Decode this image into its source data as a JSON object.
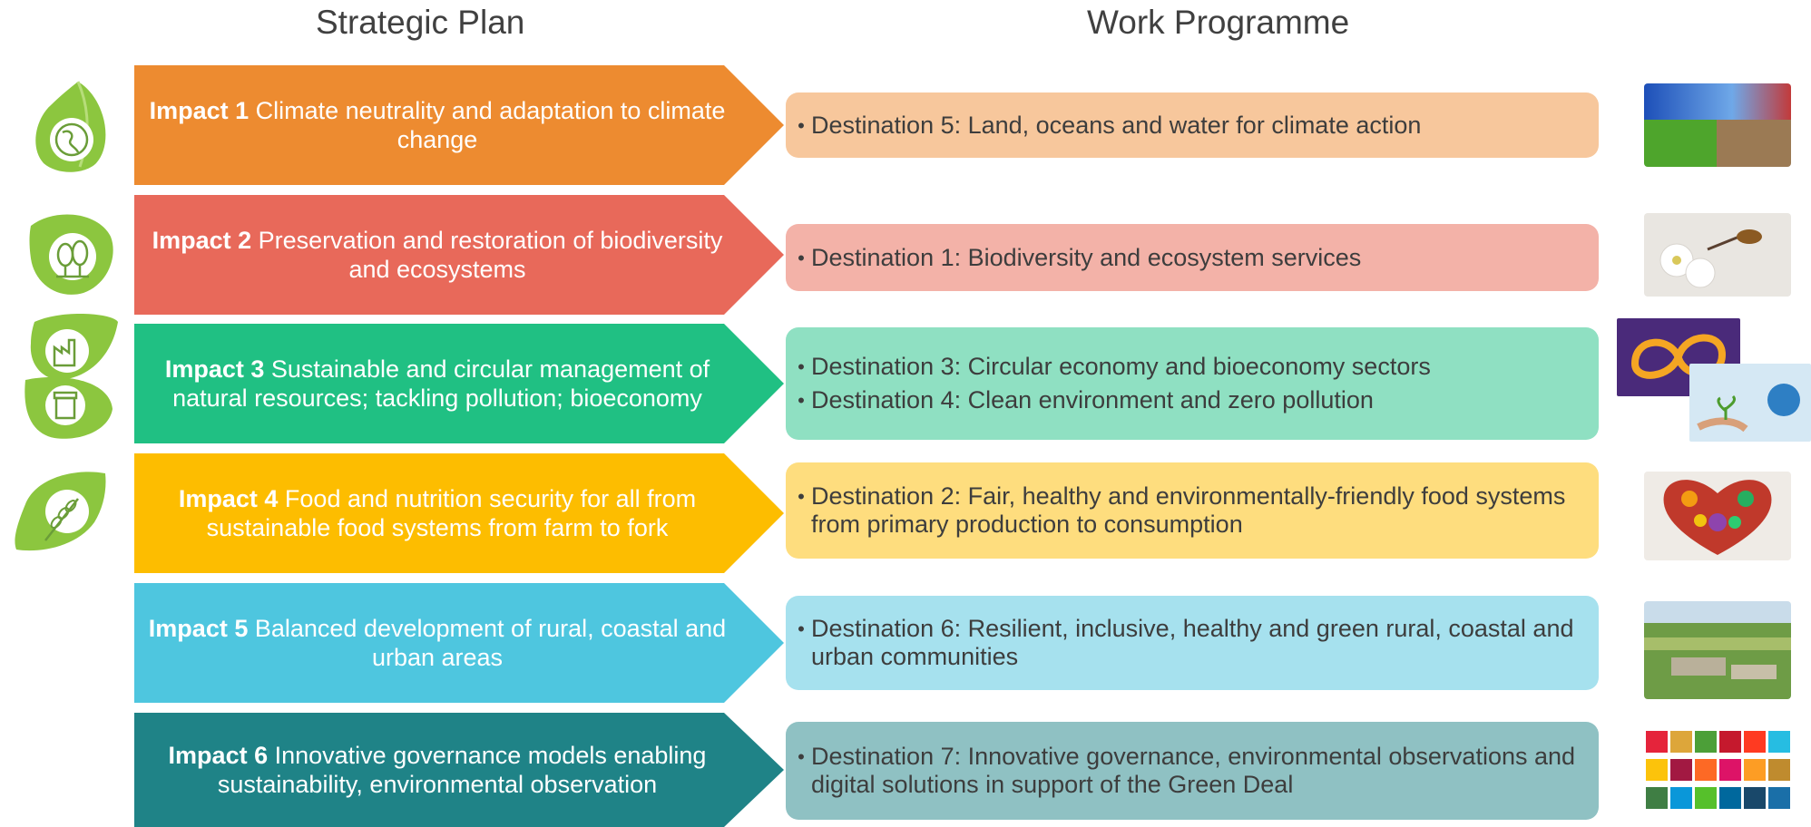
{
  "headers": {
    "strategic_plan": "Strategic Plan",
    "work_programme": "Work Programme"
  },
  "rows": [
    {
      "impact_bold": "Impact 1",
      "impact_text": "Climate neutrality and adaptation to climate change",
      "arrow_color": "#ED8B30",
      "box_color": "#F7C79C",
      "icon": "globe-icon",
      "thumb": "field-sky-photo",
      "destinations": [
        "Destination 5: Land, oceans and water for climate action"
      ]
    },
    {
      "impact_bold": "Impact 2",
      "impact_text": "Preservation and restoration of biodiversity and ecosystems",
      "arrow_color": "#E8695A",
      "box_color": "#F3B2A8",
      "icon": "trees-icon",
      "thumb": "bee-blossom-photo",
      "destinations": [
        "Destination 1: Biodiversity and ecosystem services"
      ]
    },
    {
      "impact_bold": "Impact 3",
      "impact_text": "Sustainable and circular management of natural resources; tackling pollution; bioeconomy",
      "arrow_color": "#20C083",
      "box_color": "#8FE0C2",
      "icon": "factory-and-jar-icons",
      "thumb": "circular-economy-and-earth-in-hands-photo",
      "destinations": [
        "Destination 3: Circular economy and bioeconomy sectors",
        "Destination 4: Clean environment and zero pollution"
      ]
    },
    {
      "impact_bold": "Impact 4",
      "impact_text": "Food and nutrition security for all from sustainable food systems from farm to fork",
      "arrow_color": "#FDBD00",
      "box_color": "#FEDD7E",
      "icon": "wheat-icon",
      "thumb": "vegetable-heart-photo",
      "destinations": [
        "Destination 2: Fair, healthy and environmentally-friendly food systems from primary production to consumption"
      ]
    },
    {
      "impact_bold": "Impact 5",
      "impact_text": "Balanced development of rural, coastal and urban areas",
      "arrow_color": "#4EC6DF",
      "box_color": "#A6E1EE",
      "icon": "",
      "thumb": "rural-landscape-photo",
      "destinations": [
        "Destination 6: Resilient, inclusive, healthy and green rural, coastal and urban communities"
      ]
    },
    {
      "impact_bold": "Impact 6",
      "impact_text": "Innovative governance models enabling sustainability, environmental observation",
      "arrow_color": "#1F8387",
      "box_color": "#8FC1C3",
      "icon": "",
      "thumb": "sdg-tiles-image",
      "destinations": [
        "Destination 7: Innovative governance, environmental observations and digital solutions in support of the Green Deal"
      ]
    }
  ]
}
